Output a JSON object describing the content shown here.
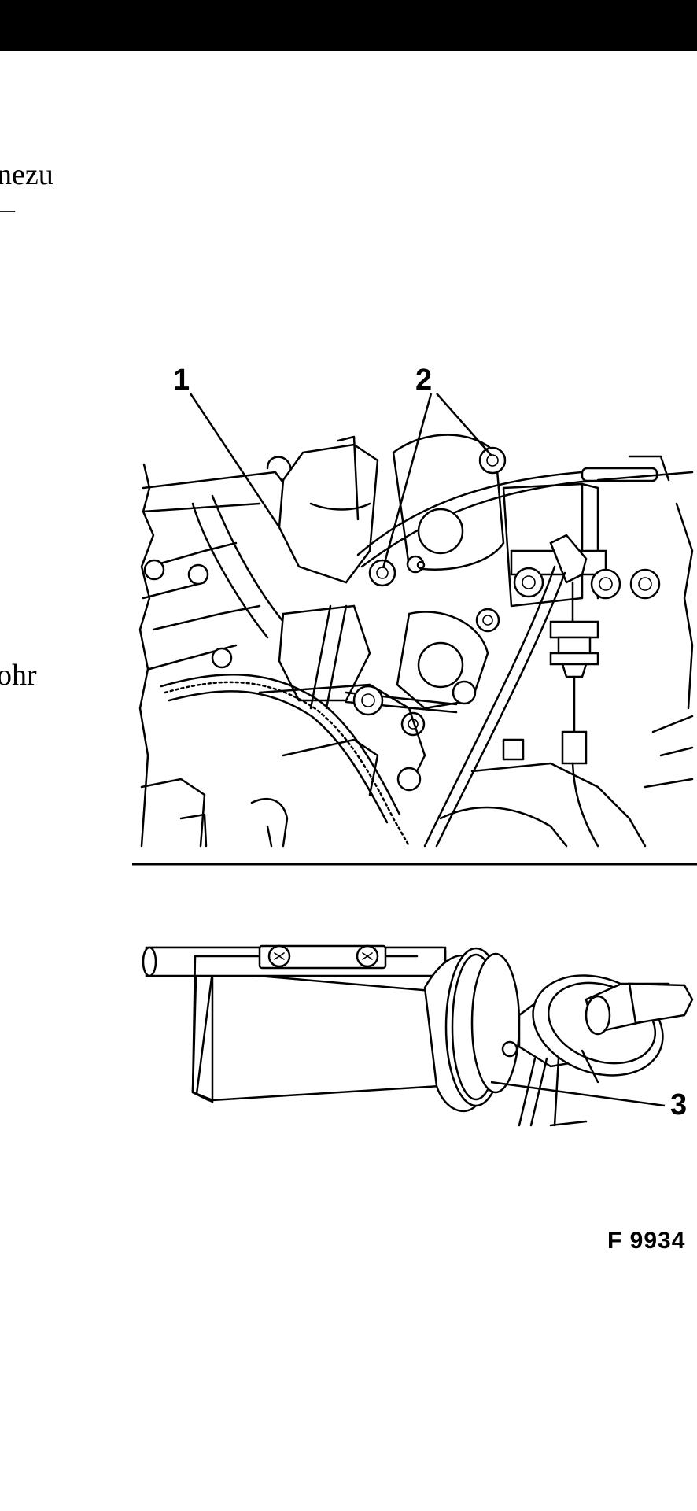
{
  "left_text": {
    "line1": "nezu",
    "line2": "–",
    "line3": "ohr"
  },
  "figure_top": {
    "callout_1": "1",
    "callout_2": "2"
  },
  "figure_bottom": {
    "callout_3": "3"
  },
  "figure_code": "F 9934"
}
